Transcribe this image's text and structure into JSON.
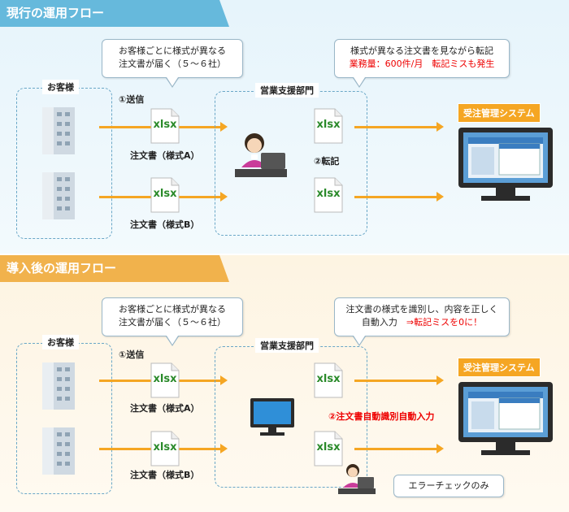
{
  "colors": {
    "accent_blue": "#66b9dc",
    "accent_orange": "#f1b24c",
    "arrow": "#f5a623",
    "alert_red": "#ee0000"
  },
  "current": {
    "header": "現行の運用フロー",
    "customers_label": "お客様",
    "send_step": "①送信",
    "callout_customers_line1": "お客様ごとに様式が異なる",
    "callout_customers_line2": "注文書が届く（５～６社）",
    "sales_label": "営業支援部門",
    "callout_sales_line1": "様式が異なる注文書を見ながら転記",
    "callout_sales_line2": "業務量：600件/月　転記ミスも発生",
    "doc_label_a": "注文書（様式A）",
    "doc_label_b": "注文書（様式B）",
    "xlsx": "xlsx",
    "transcribe_step": "②転記",
    "system_label": "受注管理システム"
  },
  "future": {
    "header": "導入後の運用フロー",
    "customers_label": "お客様",
    "send_step": "①送信",
    "callout_customers_line1": "お客様ごとに様式が異なる",
    "callout_customers_line2": "注文書が届く（５～６社）",
    "sales_label": "営業支援部門",
    "callout_sales_line1": "注文書の様式を識別し、内容を正しく",
    "callout_sales_line2a": "自動入力",
    "callout_sales_line2b": "⇒転記ミスを0に！",
    "doc_label_a": "注文書（様式A）",
    "doc_label_b": "注文書（様式B）",
    "xlsx": "xlsx",
    "auto_step": "②注文書自動識別自動入力",
    "system_label": "受注管理システム",
    "error_check": "エラーチェックのみ"
  }
}
